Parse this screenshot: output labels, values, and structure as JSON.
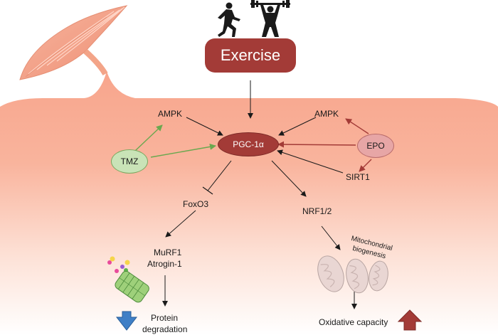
{
  "exercise": {
    "label": "Exercise"
  },
  "nodes": {
    "pgc": "PGC-1α",
    "tmz": "TMZ",
    "epo": "EPO"
  },
  "labels": {
    "ampk_left": "AMPK",
    "ampk_right": "AMPK",
    "sirt1": "SIRT1",
    "foxo3": "FoxO3",
    "nrf": "NRF1/2",
    "murf1": "MuRF1",
    "atrogin": "Atrogin-1",
    "protein_line1": "Protein",
    "protein_line2": "degradation",
    "mito_line1": "Mitochondrial",
    "mito_line2": "biogenesis",
    "oxidative": "Oxidative capacity"
  },
  "colors": {
    "pgc_fill": "#a33b37",
    "exercise_fill": "#a33b37",
    "tmz_fill": "#c9e3b7",
    "epo_fill": "#e7a6a6",
    "green_arrow": "#6aa84f",
    "red_arrow": "#a33b37",
    "down_arrow": "#3f7fc6",
    "up_arrow": "#a33b37",
    "muscle": "#f3a488"
  },
  "icons": [
    "runner-icon",
    "weightlifter-icon",
    "muscle-icon",
    "proteasome-icon",
    "mitochondria-icon",
    "down-arrow-icon",
    "up-arrow-icon"
  ]
}
